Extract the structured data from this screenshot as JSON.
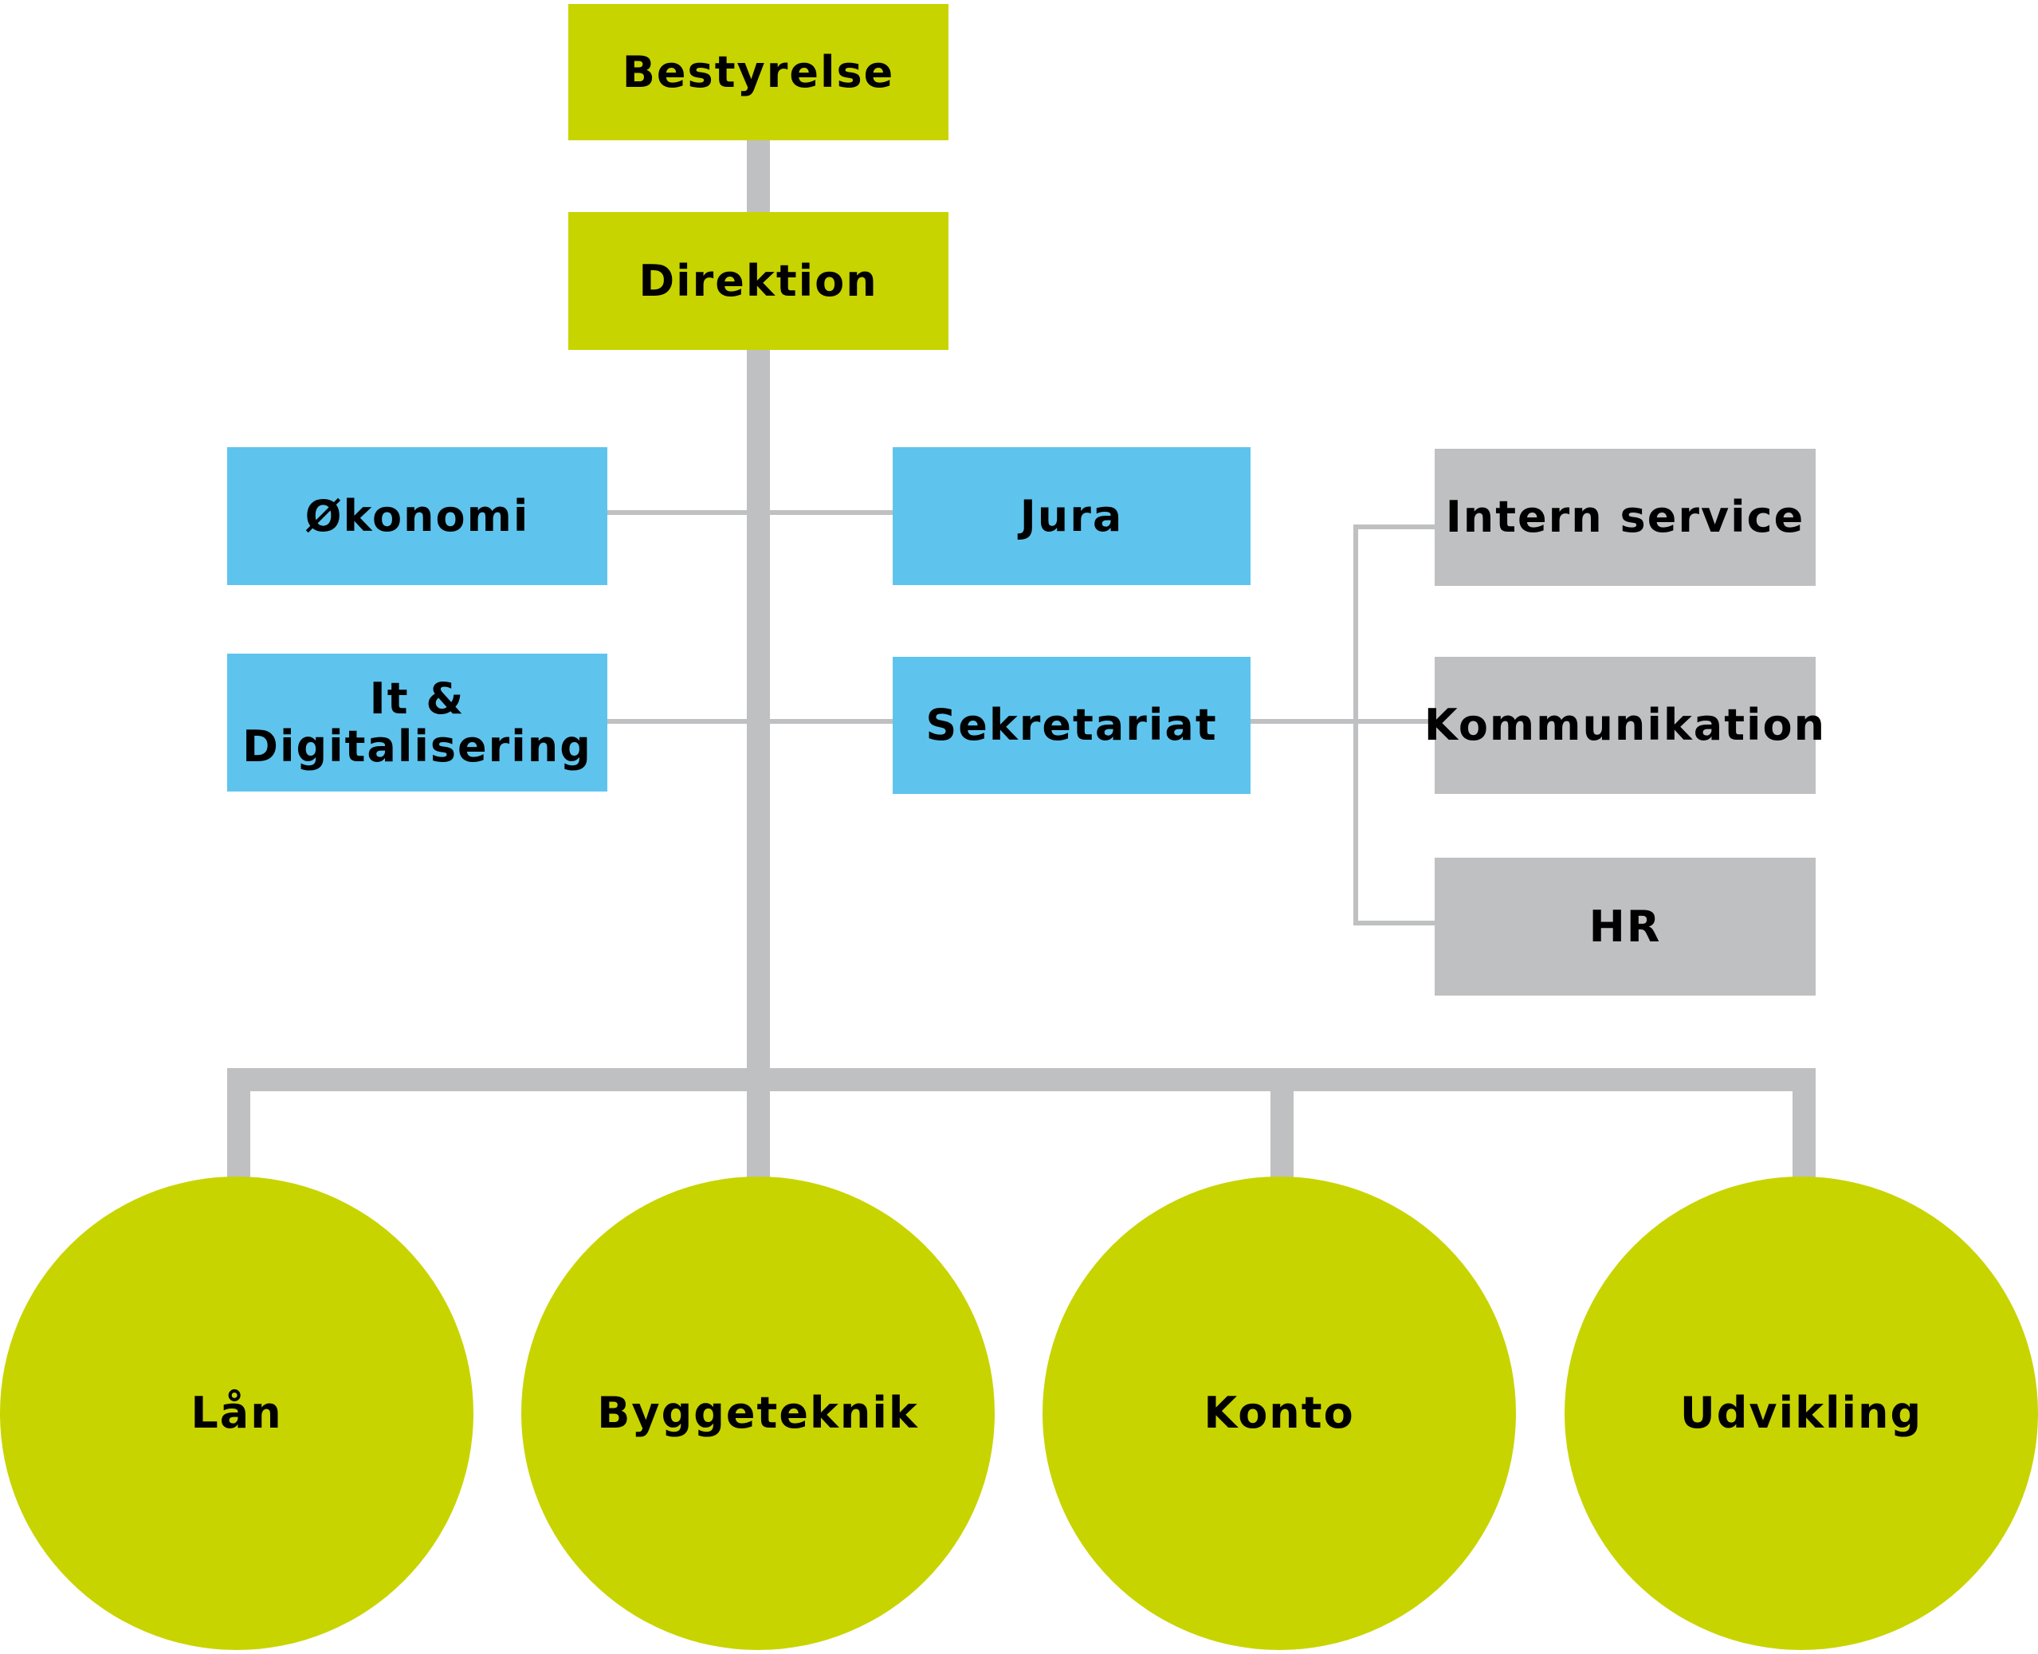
{
  "colors": {
    "green": "#c8d400",
    "blue": "#5ec4ed",
    "gray": "#bfc0c2",
    "connector": "#bfc0c2"
  },
  "top": {
    "board": "Bestyrelse",
    "management": "Direktion"
  },
  "staff_left": [
    "Økonomi",
    "It & Digitalisering"
  ],
  "staff_right": [
    "Jura",
    "Sekretariat"
  ],
  "secretariat_units": [
    "Intern service",
    "Kommunikation",
    "HR"
  ],
  "divisions": [
    "Lån",
    "Byggeteknik",
    "Konto",
    "Udvikling"
  ]
}
